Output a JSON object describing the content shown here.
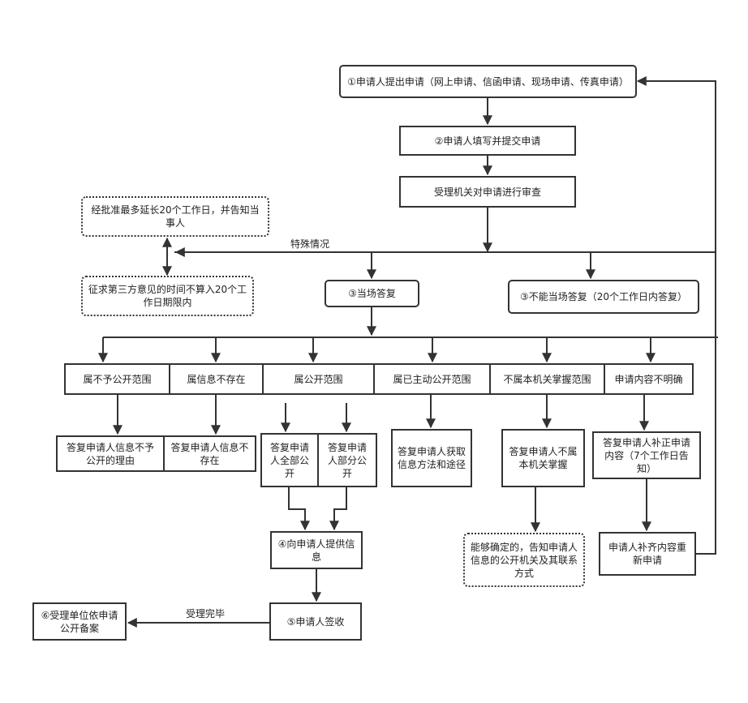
{
  "nodes": {
    "step1": "①申请人提出申请（网上申请、信函申请、现场申请、传真申请）",
    "step2": "②申请人填写并提交申请",
    "review": "受理机关对申请进行审查",
    "extend": "经批准最多延长20个工作日，并告知当事人",
    "third_party": "征求第三方意见的时间不算入20个工作日期限内",
    "on_spot": "③当场答复",
    "not_on_spot": "③不能当场答复（20个工作日内答复）",
    "cat_not_public": "属不予公开范围",
    "cat_not_exist": "属信息不存在",
    "cat_public": "属公开范围",
    "cat_active_public": "属已主动公开范围",
    "cat_not_held": "不属本机关掌握范围",
    "cat_unclear": "申请内容不明确",
    "reply_not_public": "答复申请人信息不予公开的理由",
    "reply_not_exist": "答复申请人信息不存在",
    "reply_full_public": "答复申请人全部公开",
    "reply_partial_public": "答复申请人部分公开",
    "reply_access_method": "答复申请人获取信息方法和途径",
    "reply_not_held": "答复申请人不属本机关掌握",
    "reply_supplement": "答复申请人补正申请内容（7个工作日告知）",
    "inform_agency": "能够确定的，告知申请人信息的公开机关及其联系方式",
    "supplement_reapply": "申请人补齐内容重新申请",
    "step4": "④向申请人提供信息",
    "step5": "⑤申请人签收",
    "step6": "⑥受理单位依申请公开备案"
  },
  "edge_labels": {
    "special": "特殊情况",
    "done": "受理完毕"
  }
}
